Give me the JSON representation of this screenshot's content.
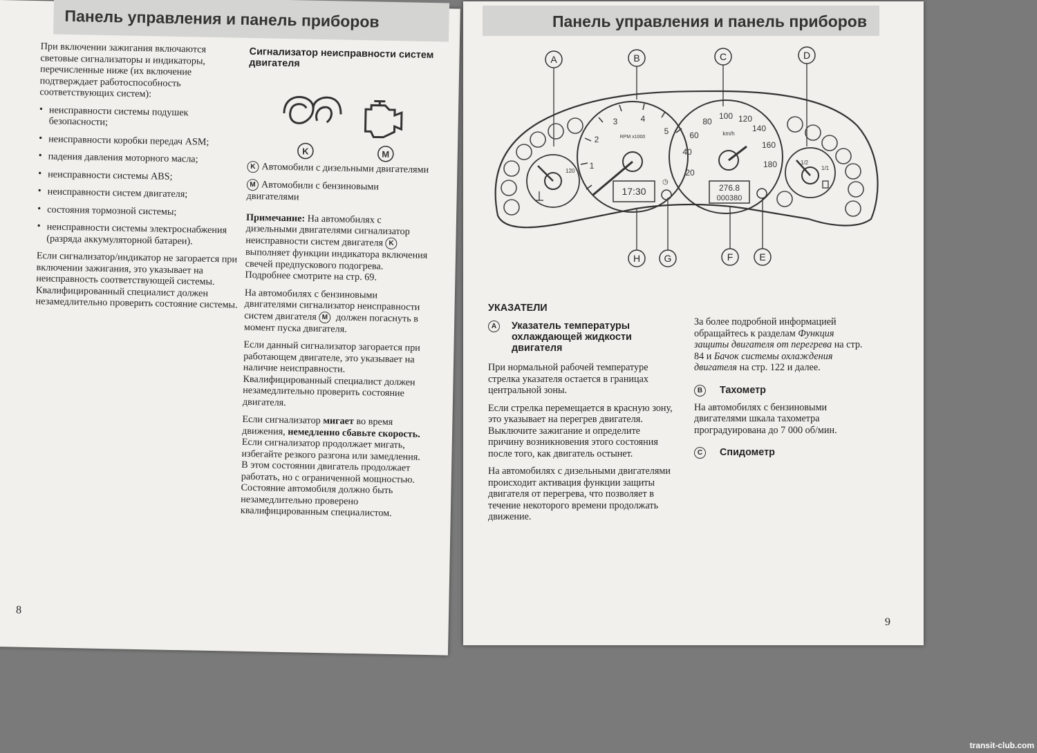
{
  "left_page": {
    "header": "Панель управления и панель приборов",
    "intro": "При включении зажигания включаются световые сигнализаторы и индикаторы, перечисленные ниже (их включение подтверждает работоспособность соответствующих систем):",
    "bullets": [
      "неисправности системы подушек безопасности;",
      "неисправности коробки передач ASM;",
      "падения давления моторного масла;",
      "неисправности системы ABS;",
      "неисправности систем двигателя;",
      "состояния тормозной системы;",
      "неисправности системы электроснабжения (разряда аккумуляторной батареи)."
    ],
    "outro": "Если сигнализатор/индикатор не загорается при включении зажигания, это указывает на неисправность соответствующей системы. Квалифицированный специалист должен незамедлительно проверить состояние системы.",
    "warning_title": "Сигнализатор неисправности систем двигателя",
    "icon_labels": [
      "K",
      "M"
    ],
    "legend_k": "Автомобили с дизельными двигателями",
    "legend_m": "Автомобили с бензиновыми двигателями",
    "note_label": "Примечание:",
    "note_text": "На автомобилях с дизельными двигателями сигнализатор неисправности систем двигателя",
    "note_text2": "выполняет функции индикатора включения свечей предпускового подогрева. Подробнее смотрите на стр. 69.",
    "para_petrol": "На автомобилях с бензиновыми двигателями сигнализатор неисправности систем двигателя",
    "para_petrol2": "должен погаснуть в момент пуска двигателя.",
    "para_on": "Если данный сигнализатор загорается при работающем двигателе, это указывает на наличие неисправности. Квалифицированный специалист должен незамедлительно проверить состояние двигателя.",
    "para_blink_1": "Если сигнализатор",
    "para_blink_bold1": "мигает",
    "para_blink_2": "во время движения,",
    "para_blink_bold2": "немедленно сбавьте скорость.",
    "para_blink_3": "Если сигнализатор продолжает мигать, избегайте резкого разгона или замедления. В этом состоянии двигатель продолжает работать, но с ограниченной мощностью. Состояние автомобиля должно быть незамедлительно проверено квалифицированным специалистом.",
    "page_number": "8"
  },
  "right_page": {
    "header": "Панель управления и панель приборов",
    "callouts_top": [
      "A",
      "B",
      "C",
      "D"
    ],
    "callouts_bottom": [
      "H",
      "G",
      "F",
      "E"
    ],
    "cluster": {
      "tach_ticks": [
        "1",
        "2",
        "3",
        "4",
        "5"
      ],
      "tach_unit": "RPM x1000",
      "speed_ticks": [
        "20",
        "40",
        "60",
        "80",
        "100",
        "120",
        "140",
        "160",
        "180"
      ],
      "speed_unit": "km/h",
      "temp_tick": "120",
      "fuel_ticks": [
        "1/2",
        "1/1"
      ],
      "clock": "17:30",
      "trip": "276.8",
      "odo": "000380"
    },
    "section_title": "УКАЗАТЕЛИ",
    "a_label": "A",
    "a_title": "Указатель температуры охлаждающей жидкости двигателя",
    "a_p1": "При нормальной рабочей температуре стрелка указателя остается в границах центральной зоны.",
    "a_p2": "Если стрелка перемещается в красную зону, это указывает на перегрев двигателя. Выключите зажигание и определите причину возникновения этого состояния после того, как двигатель остынет.",
    "a_p3": "На автомобилях с дизельными двигателями происходит активация функции защиты двигателя от перегрева, что позволяет в течение некоторого времени продолжать движение.",
    "more_1": "За более подробной информацией обращайтесь к разделам",
    "more_i1": "Функция защиты двигателя от перегрева",
    "more_2": "на стр. 84 и",
    "more_i2": "Бачок системы охлаждения двигателя",
    "more_3": "на стр. 122 и далее.",
    "b_label": "B",
    "b_title": "Тахометр",
    "b_p": "На автомобилях с бензиновыми двигателями шкала тахометра проградуирована до 7 000 об/мин.",
    "c_label": "C",
    "c_title": "Спидометр",
    "page_number": "9"
  },
  "watermark": "transit-club.com"
}
